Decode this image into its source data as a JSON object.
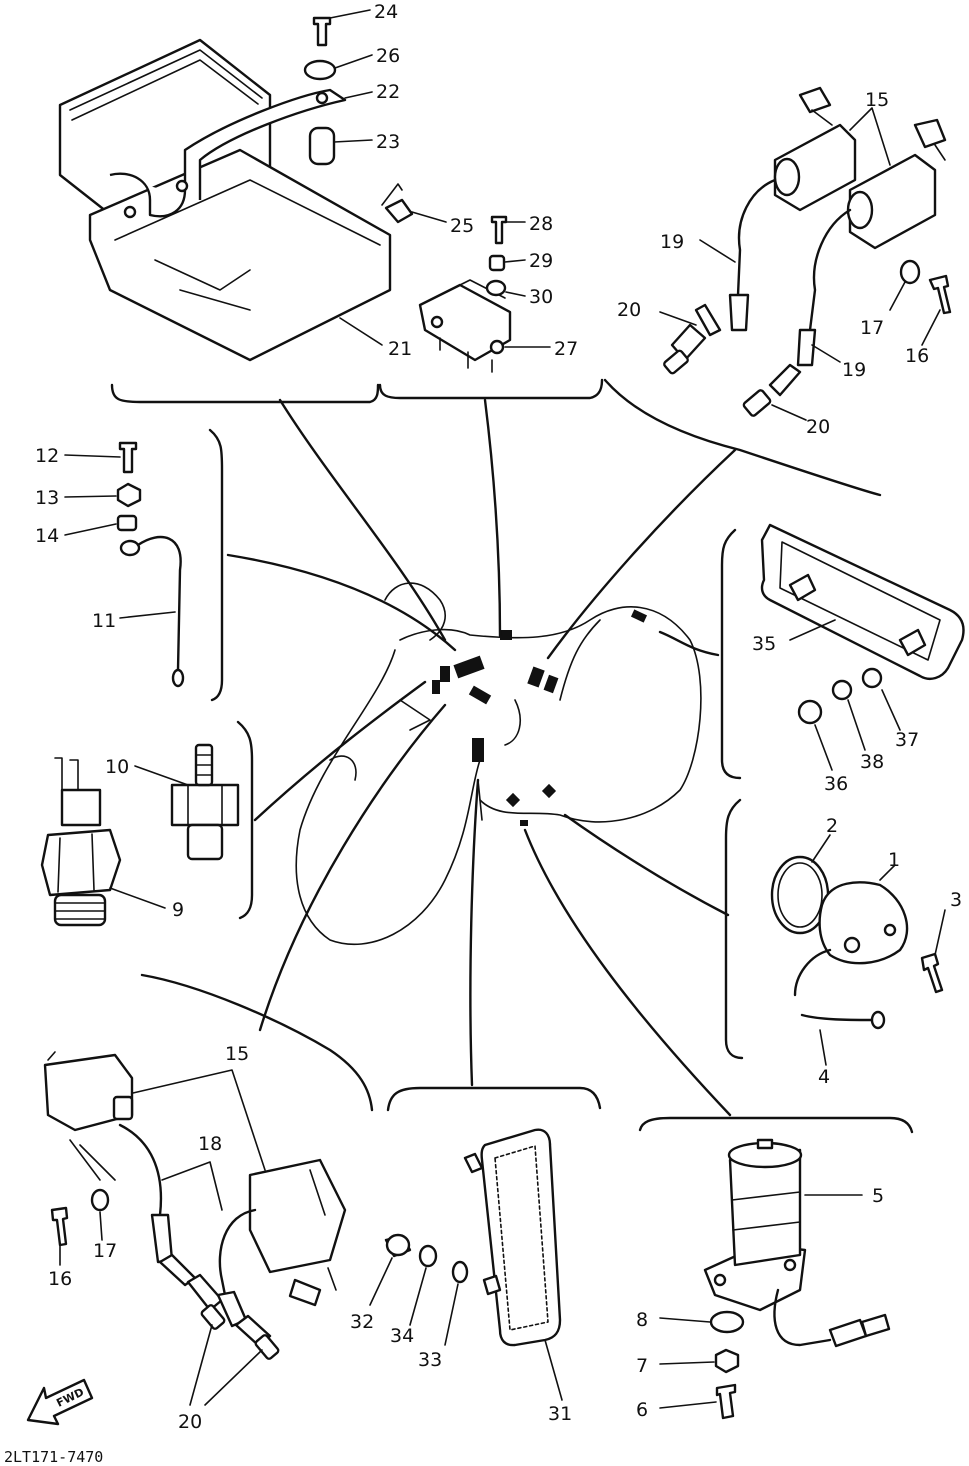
{
  "diagram": {
    "code": "2LT171-7470",
    "forward_label": "FWD",
    "callouts": [
      {
        "id": "c24",
        "text": "24"
      },
      {
        "id": "c26",
        "text": "26"
      },
      {
        "id": "c22",
        "text": "22"
      },
      {
        "id": "c23",
        "text": "23"
      },
      {
        "id": "c25",
        "text": "25"
      },
      {
        "id": "c21",
        "text": "21"
      },
      {
        "id": "c28",
        "text": "28"
      },
      {
        "id": "c29",
        "text": "29"
      },
      {
        "id": "c30",
        "text": "30"
      },
      {
        "id": "c27",
        "text": "27"
      },
      {
        "id": "c15a",
        "text": "15"
      },
      {
        "id": "c19a",
        "text": "19"
      },
      {
        "id": "c20a",
        "text": "20"
      },
      {
        "id": "c17a",
        "text": "17"
      },
      {
        "id": "c16a",
        "text": "16"
      },
      {
        "id": "c19b",
        "text": "19"
      },
      {
        "id": "c20b",
        "text": "20"
      },
      {
        "id": "c12",
        "text": "12"
      },
      {
        "id": "c13",
        "text": "13"
      },
      {
        "id": "c14",
        "text": "14"
      },
      {
        "id": "c11",
        "text": "11"
      },
      {
        "id": "c10",
        "text": "10"
      },
      {
        "id": "c9",
        "text": "9"
      },
      {
        "id": "c35",
        "text": "35"
      },
      {
        "id": "c37",
        "text": "37"
      },
      {
        "id": "c38",
        "text": "38"
      },
      {
        "id": "c36",
        "text": "36"
      },
      {
        "id": "c2",
        "text": "2"
      },
      {
        "id": "c1",
        "text": "1"
      },
      {
        "id": "c3",
        "text": "3"
      },
      {
        "id": "c4",
        "text": "4"
      },
      {
        "id": "c15b",
        "text": "15"
      },
      {
        "id": "c18",
        "text": "18"
      },
      {
        "id": "c16b",
        "text": "16"
      },
      {
        "id": "c17b",
        "text": "17"
      },
      {
        "id": "c20c",
        "text": "20"
      },
      {
        "id": "c32",
        "text": "32"
      },
      {
        "id": "c34",
        "text": "34"
      },
      {
        "id": "c33",
        "text": "33"
      },
      {
        "id": "c31",
        "text": "31"
      },
      {
        "id": "c5",
        "text": "5"
      },
      {
        "id": "c8",
        "text": "8"
      },
      {
        "id": "c7",
        "text": "7"
      },
      {
        "id": "c6",
        "text": "6"
      }
    ]
  }
}
